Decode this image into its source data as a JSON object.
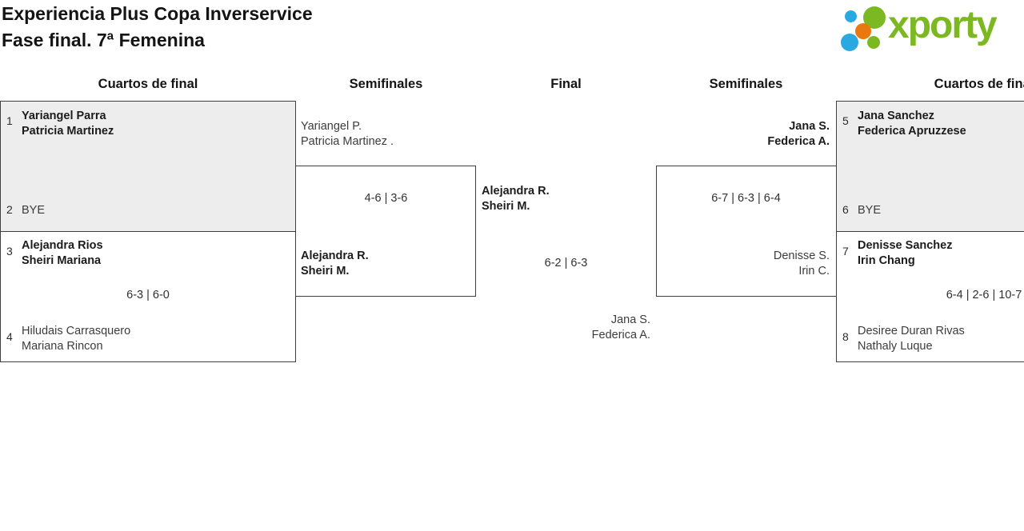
{
  "header": {
    "title_line1": "Experiencia Plus Copa Inverservice",
    "title_line2": "Fase final. 7ª Femenina"
  },
  "logo": {
    "text": "xporty",
    "colors": {
      "green": "#7cb821",
      "blue": "#29a9e1",
      "orange": "#e8780f"
    }
  },
  "rounds": {
    "qf_left": "Cuartos de final",
    "sf_left": "Semifinales",
    "final": "Final",
    "sf_right": "Semifinales",
    "qf_right": "Cuartos de final"
  },
  "matches": {
    "qf1": {
      "seed_top": "1",
      "top1": "Yariangel Parra",
      "top2": "Patricia Martinez",
      "seed_bottom": "2",
      "bottom1": "BYE"
    },
    "qf2": {
      "seed_top": "3",
      "top1": "Alejandra Rios",
      "top2": "Sheiri Mariana",
      "score": "6-3 | 6-0",
      "seed_bottom": "4",
      "bottom1": "Hiludais Carrasquero",
      "bottom2": "Mariana Rincon"
    },
    "sf1": {
      "top1": "Yariangel P.",
      "top2": "Patricia Martinez .",
      "score": "4-6 | 3-6",
      "bottom1": "Alejandra R.",
      "bottom2": "Sheiri M."
    },
    "final": {
      "top1": "Alejandra R.",
      "top2": "Sheiri M.",
      "score": "6-2 | 6-3",
      "bottom1": "Jana S.",
      "bottom2": "Federica A."
    },
    "sf2": {
      "top1": "Jana S.",
      "top2": "Federica A.",
      "score": "6-7 | 6-3 | 6-4",
      "bottom1": "Denisse S.",
      "bottom2": "Irin C."
    },
    "qf3": {
      "seed_top": "5",
      "top1": "Jana Sanchez",
      "top2": "Federica Apruzzese",
      "seed_bottom": "6",
      "bottom1": "BYE"
    },
    "qf4": {
      "seed_top": "7",
      "top1": "Denisse Sanchez",
      "top2": "Irin Chang",
      "score": "6-4 | 2-6 | 10-7",
      "seed_bottom": "8",
      "bottom1": "Desiree Duran Rivas",
      "bottom2": "Nathaly Luque"
    }
  },
  "colors": {
    "box_border": "#3f3f3f",
    "bye_box_fill": "#ededed",
    "background": "#ffffff"
  }
}
